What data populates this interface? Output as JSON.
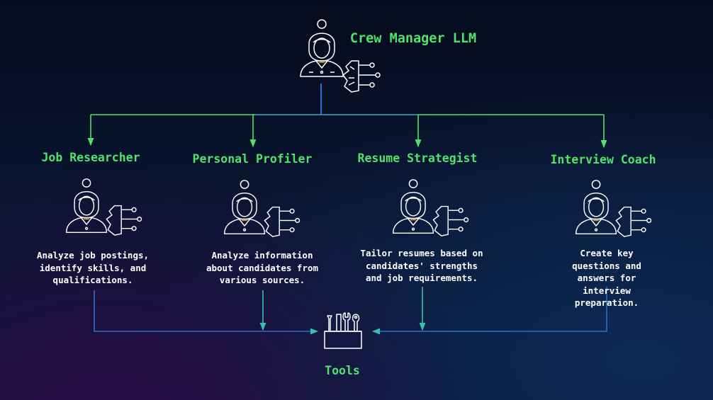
{
  "manager": {
    "title": "Crew Manager LLM"
  },
  "agents": [
    {
      "title": "Job Researcher",
      "description": "Analyze job postings,\nidentify skills, and\nqualifications."
    },
    {
      "title": "Personal Profiler",
      "description": "Analyze information\nabout candidates from\nvarious sources."
    },
    {
      "title": "Resume Strategist",
      "description": "Tailor resumes based on\ncandidates' strengths\nand job requirements."
    },
    {
      "title": "Interview Coach",
      "description": "Create key questions and\nanswers for interview\npreparation."
    }
  ],
  "tools": {
    "label": "Tools"
  },
  "colors": {
    "green": "#4ee36a",
    "blue": "#2b6fd6",
    "teal": "#33c2b0",
    "accent": "#e0a020"
  },
  "icons": [
    "person-icon",
    "ai-brain-icon",
    "toolbox-icon",
    "arrow-down-icon"
  ]
}
